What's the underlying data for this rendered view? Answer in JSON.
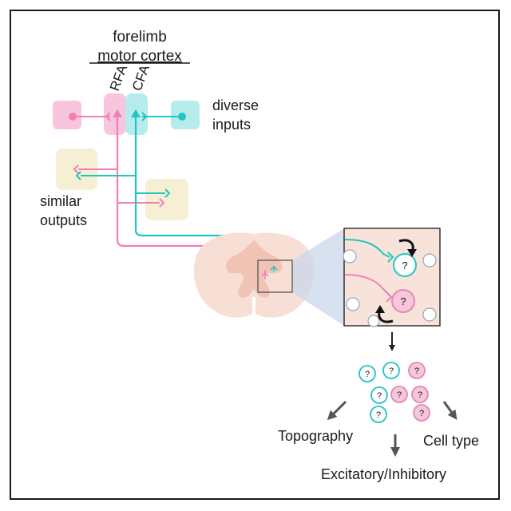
{
  "title": {
    "line1": "forelimb",
    "line2": "motor cortex"
  },
  "areas": {
    "rfa": "RFA",
    "cfa": "CFA"
  },
  "inputs_label": {
    "line1": "diverse",
    "line2": "inputs"
  },
  "outputs_label": {
    "line1": "similar",
    "line2": "outputs"
  },
  "question_mark": "?",
  "bottom_labels": {
    "topography": "Topography",
    "cell_type": "Cell type",
    "exc_inh": "Excitatory/Inhibitory"
  },
  "colors": {
    "rfa": "#f07fb8",
    "cfa": "#22c4c4",
    "rfa_box": "#f7c6dc",
    "cfa_box": "#b6ecec",
    "output_box": "#f6efd4",
    "spinal_cord": "#f8dfd6",
    "inset_bg": "#f7e3d9"
  }
}
